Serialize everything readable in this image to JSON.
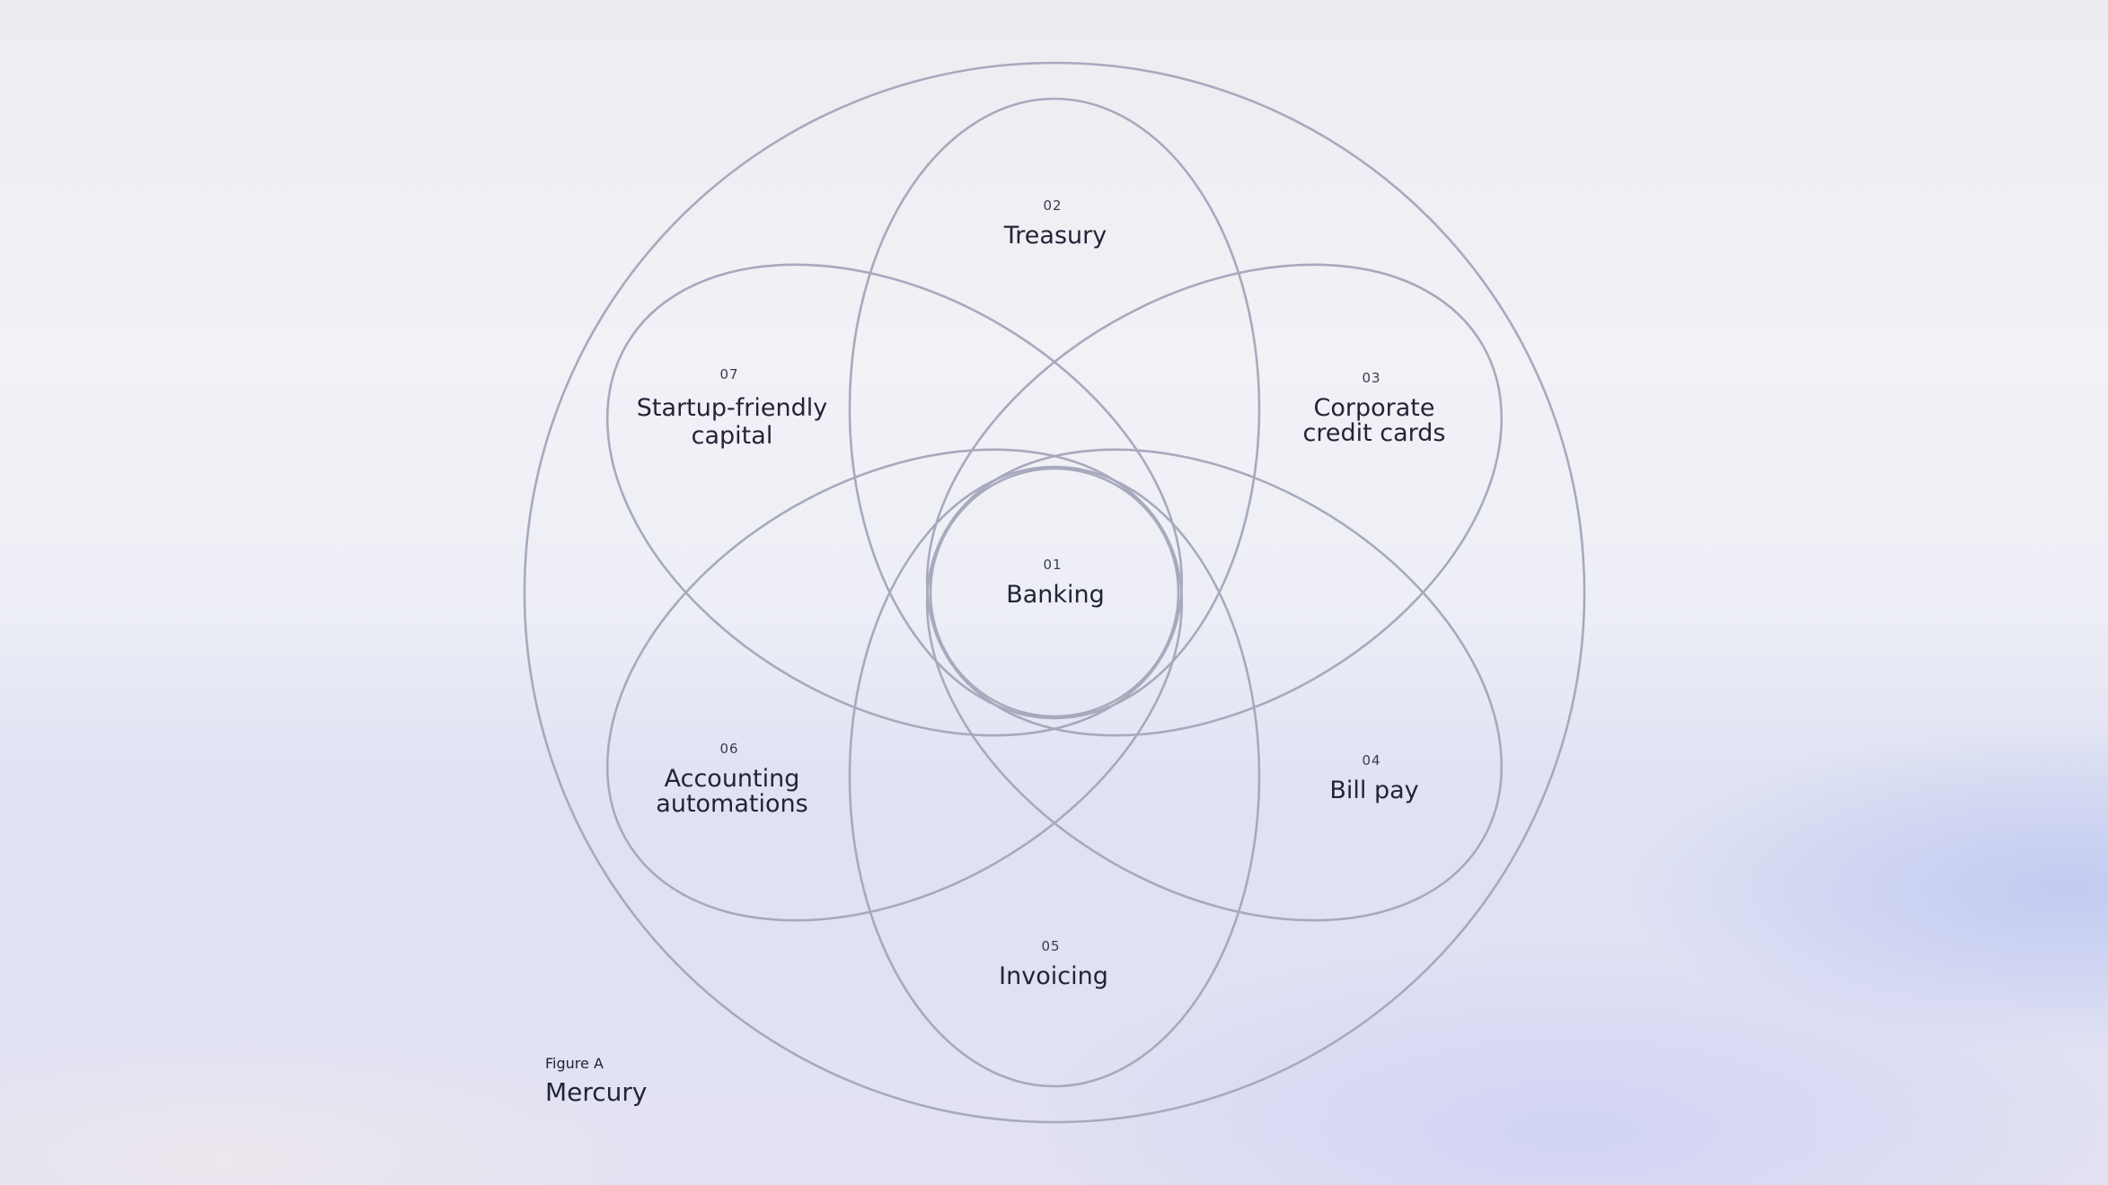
{
  "nodes": [
    {
      "number": "01",
      "label_lines": [
        "Banking"
      ]
    },
    {
      "number": "02",
      "label_lines": [
        "Treasury"
      ]
    },
    {
      "number": "03",
      "label_lines": [
        "Corporate",
        "credit cards"
      ]
    },
    {
      "number": "04",
      "label_lines": [
        "Bill pay"
      ]
    },
    {
      "number": "05",
      "label_lines": [
        "Invoicing"
      ]
    },
    {
      "number": "06",
      "label_lines": [
        "Accounting",
        "automations"
      ]
    },
    {
      "number": "07",
      "label_lines": [
        "Startup-friendly",
        "capital"
      ]
    }
  ],
  "caption": {
    "figure": "Figure A",
    "title": "Mercury"
  },
  "colors": {
    "outline": "#a8a9bd",
    "text": "#232436"
  }
}
